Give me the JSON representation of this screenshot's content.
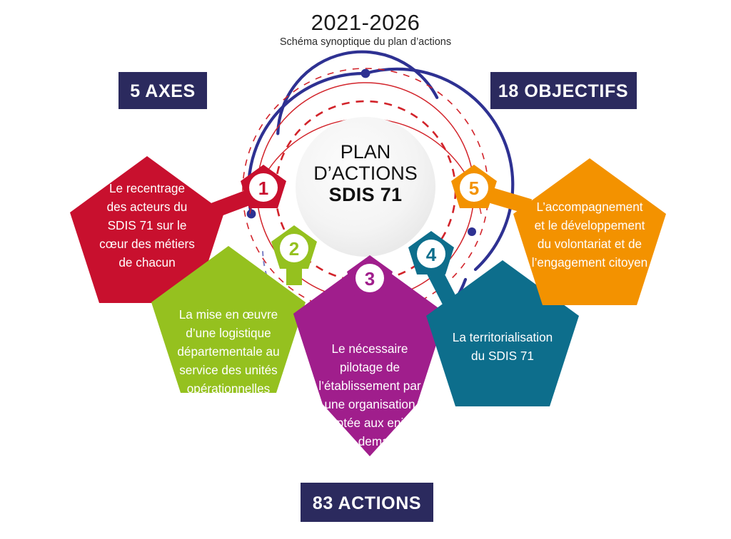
{
  "header": {
    "year_range": "2021-2026",
    "subtitle": "Schéma synoptique du plan d’actions"
  },
  "badges": {
    "axes": "5 AXES",
    "objectifs": "18 OBJECTIFS",
    "actions": "83 ACTIONS",
    "badge_bg": "#2B2A5E",
    "badge_fg": "#FFFFFF"
  },
  "center": {
    "line1": "PLAN",
    "line2": "D’ACTIONS",
    "line3": "SDIS 71"
  },
  "rings": {
    "navy": "#2E3192",
    "red": "#D2232A",
    "disc_fill": "#F2F2F2"
  },
  "axes": [
    {
      "number": "1",
      "color": "#C8102E",
      "lines": [
        "Le recentrage",
        "des acteurs du",
        "SDIS 71 sur le",
        "cœur des métiers",
        "de chacun"
      ]
    },
    {
      "number": "2",
      "color": "#95C11F",
      "lines": [
        "La mise en œuvre",
        "d’une logistique",
        "départementale au",
        "service des unités",
        "opérationnelles"
      ]
    },
    {
      "number": "3",
      "color": "#A01E8C",
      "lines": [
        "Le nécessaire",
        "pilotage de",
        "l’établissement par",
        "une organisation",
        "adaptée aux enjeux",
        "de demain"
      ]
    },
    {
      "number": "4",
      "color": "#0D6E8C",
      "lines": [
        "La territorialisation",
        "du SDIS 71"
      ]
    },
    {
      "number": "5",
      "color": "#F39200",
      "lines": [
        "L’accompagnement",
        "et le développement",
        "du volontariat et de",
        "l’engagement citoyen"
      ]
    }
  ]
}
